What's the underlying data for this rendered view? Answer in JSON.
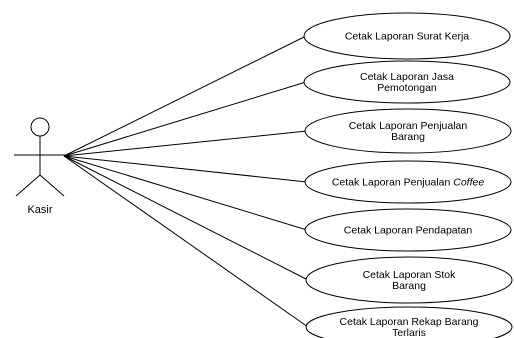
{
  "actor": {
    "name": "Kasir"
  },
  "use_cases": [
    {
      "lines": [
        "Cetak Laporan Surat Kerja"
      ]
    },
    {
      "lines": [
        "Cetak Laporan Jasa",
        "Pemotongan"
      ]
    },
    {
      "lines": [
        "Cetak Laporan Penjualan",
        "Barang"
      ]
    },
    {
      "lines": [
        "Cetak Laporan Penjualan "
      ],
      "italic_suffix": "Coffee"
    },
    {
      "lines": [
        "Cetak Laporan Pendapatan"
      ]
    },
    {
      "lines": [
        "Cetak Laporan Stok",
        "Barang"
      ]
    },
    {
      "lines": [
        "Cetak Laporan Rekap Barang",
        "Terlaris"
      ]
    }
  ],
  "colors": {
    "stroke": "#000000",
    "fill": "#ffffff",
    "text": "#000000"
  }
}
